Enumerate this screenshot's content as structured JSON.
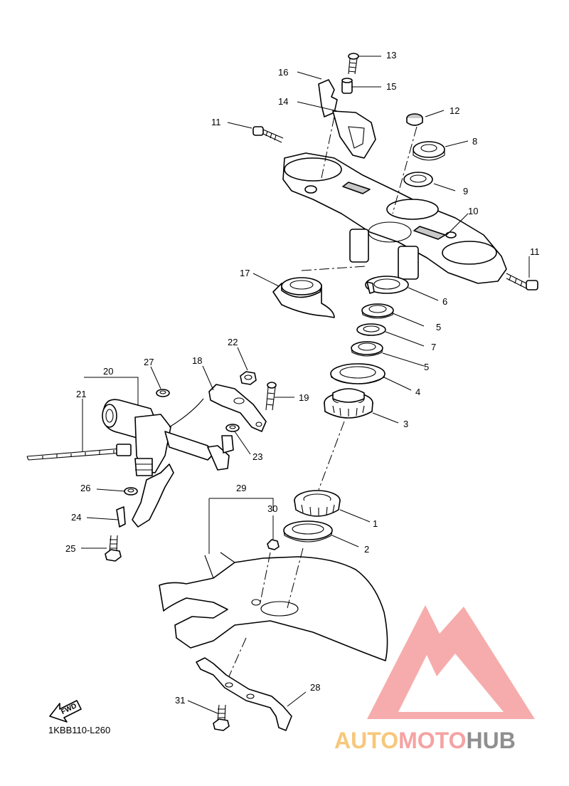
{
  "diagram": {
    "code": "1KBB110-L260",
    "fwd_label": "FWD",
    "callouts": [
      {
        "id": "c1",
        "text": "1"
      },
      {
        "id": "c2",
        "text": "2"
      },
      {
        "id": "c3",
        "text": "3"
      },
      {
        "id": "c4",
        "text": "4"
      },
      {
        "id": "c5a",
        "text": "5"
      },
      {
        "id": "c5b",
        "text": "5"
      },
      {
        "id": "c6",
        "text": "6"
      },
      {
        "id": "c7",
        "text": "7"
      },
      {
        "id": "c8",
        "text": "8"
      },
      {
        "id": "c9",
        "text": "9"
      },
      {
        "id": "c10",
        "text": "10"
      },
      {
        "id": "c11a",
        "text": "11"
      },
      {
        "id": "c11b",
        "text": "11"
      },
      {
        "id": "c12",
        "text": "12"
      },
      {
        "id": "c13",
        "text": "13"
      },
      {
        "id": "c14",
        "text": "14"
      },
      {
        "id": "c15",
        "text": "15"
      },
      {
        "id": "c16",
        "text": "16"
      },
      {
        "id": "c17",
        "text": "17"
      },
      {
        "id": "c18",
        "text": "18"
      },
      {
        "id": "c19",
        "text": "19"
      },
      {
        "id": "c20",
        "text": "20"
      },
      {
        "id": "c21",
        "text": "21"
      },
      {
        "id": "c22",
        "text": "22"
      },
      {
        "id": "c23",
        "text": "23"
      },
      {
        "id": "c24",
        "text": "24"
      },
      {
        "id": "c25",
        "text": "25"
      },
      {
        "id": "c26",
        "text": "26"
      },
      {
        "id": "c27",
        "text": "27"
      },
      {
        "id": "c28",
        "text": "28"
      },
      {
        "id": "c29",
        "text": "29"
      },
      {
        "id": "c30",
        "text": "30"
      },
      {
        "id": "c31",
        "text": "31"
      }
    ]
  },
  "watermark": {
    "text_auto": "AUTO",
    "text_moto": "MOTO",
    "text_hub": "HUB",
    "color_logo": "#f5a3a3",
    "color_auto": "#f7c77a",
    "color_moto": "#f5a3a3",
    "color_hub": "#8f8f8f"
  }
}
